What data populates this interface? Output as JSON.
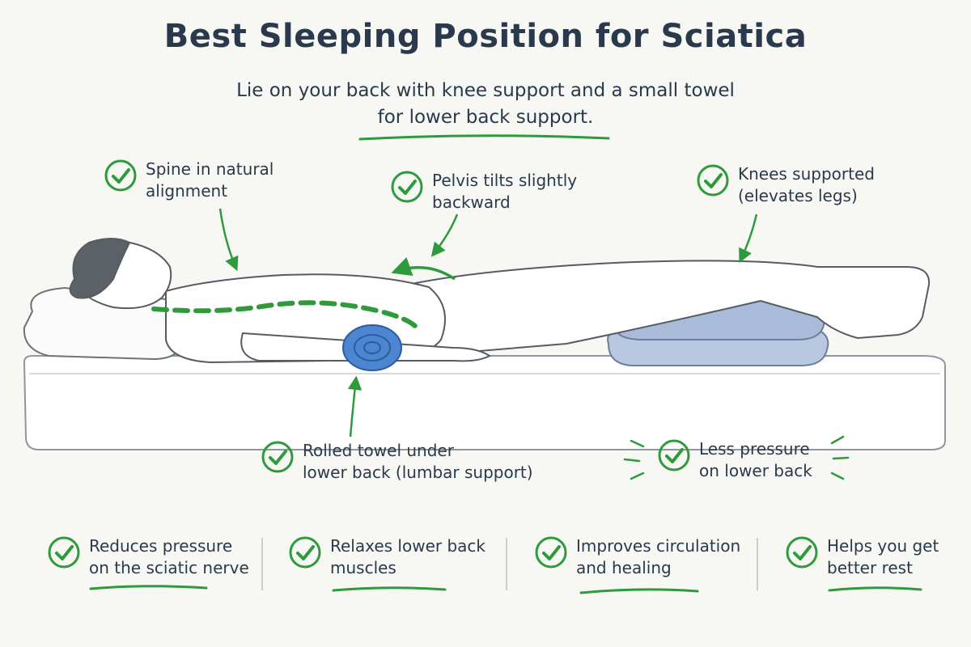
{
  "title": "Best Sleeping Position for Sciatica",
  "subtitle": "Lie on your back with knee support and a small towel\nfor lower back support.",
  "accent_color": "#2e9a3c",
  "callouts": {
    "spine": "Spine in natural\nalignment",
    "pelvis": "Pelvis tilts slightly\nbackward",
    "knees": "Knees supported\n(elevates legs)",
    "towel": "Rolled towel under\nlower back (lumbar support)",
    "pressure": "Less pressure\non lower back"
  },
  "benefits": [
    "Reduces pressure\non the sciatic nerve",
    "Relaxes lower back\nmuscles",
    "Improves circulation\nand healing",
    "Helps you get\nbetter rest"
  ],
  "icons": {
    "check": "check-circle-icon"
  }
}
